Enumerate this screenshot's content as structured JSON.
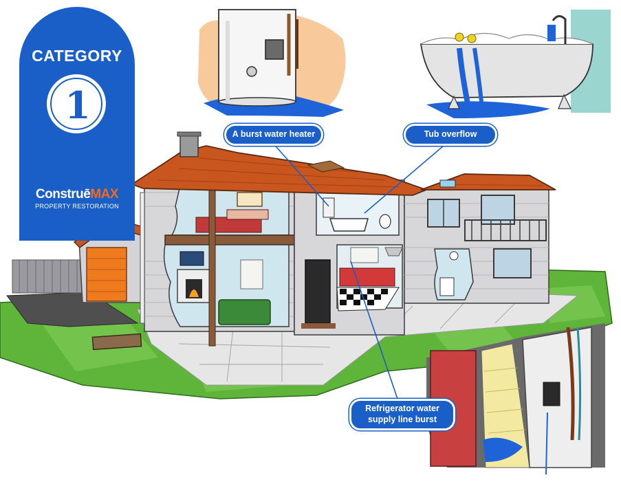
{
  "banner": {
    "title": "CATEGORY",
    "number": "1",
    "brand_part1": "Construē",
    "brand_part2": "MAX",
    "tagline": "PROPERTY RESTORATION"
  },
  "callouts": {
    "water_heater": "A burst water heater",
    "tub": "Tub overflow",
    "fridge_line1": "Refrigerator water",
    "fridge_line2": "supply line burst"
  },
  "colors": {
    "accent_blue": "#1a5fc7",
    "roof": "#c8561e",
    "grass": "#5fb53a",
    "siding": "#d7d7d9",
    "water": "#1f63d9",
    "brand_orange": "#f26a1b"
  }
}
